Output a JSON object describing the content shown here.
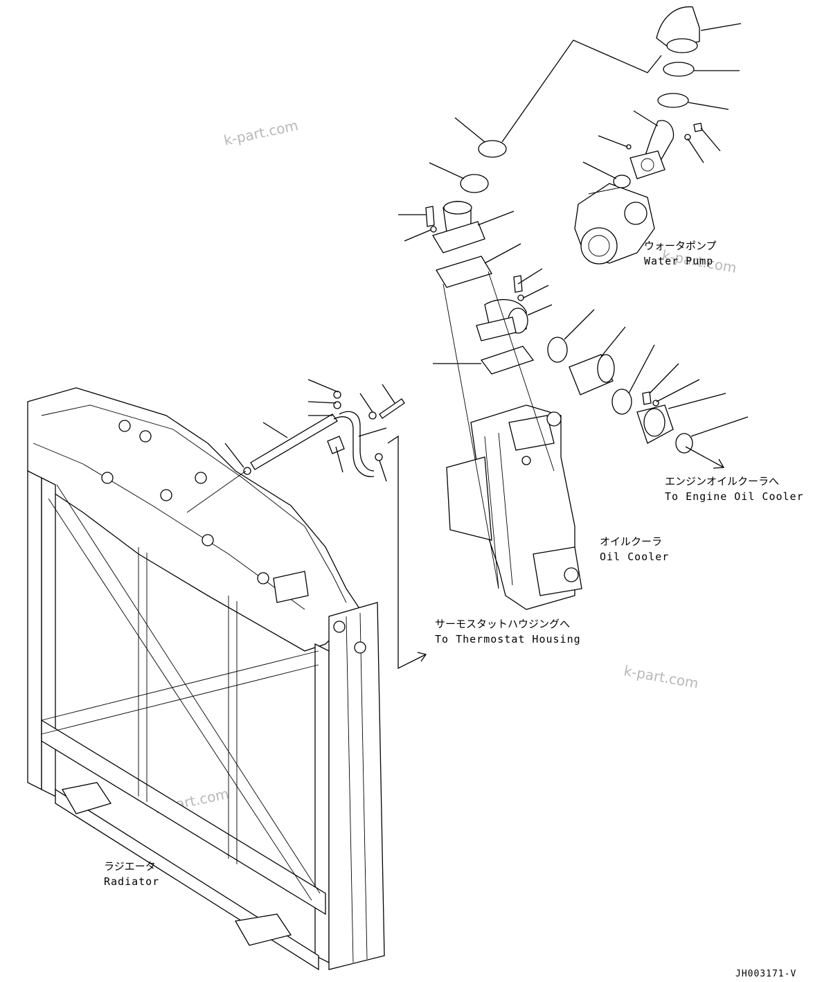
{
  "labels": {
    "water_pump_jp": "ウォータポンプ",
    "water_pump_en": "Water Pump",
    "oil_cooler_jp": "オイルクーラ",
    "oil_cooler_en": "Oil Cooler",
    "engine_oil_cooler_jp": "エンジンオイルクーラへ",
    "engine_oil_cooler_en": "To Engine Oil Cooler",
    "thermostat_jp": "サーモスタットハウジングへ",
    "thermostat_en": "To Thermostat Housing",
    "radiator_jp": "ラジエータ",
    "radiator_en": "Radiator"
  },
  "watermarks": [
    "k-part.com",
    "k-part.com",
    "k-part.com",
    "k-part.com"
  ],
  "drawing_code": "JH003171-V",
  "colors": {
    "line": "#000000",
    "background": "#ffffff",
    "watermark": "#b8b8b8"
  }
}
